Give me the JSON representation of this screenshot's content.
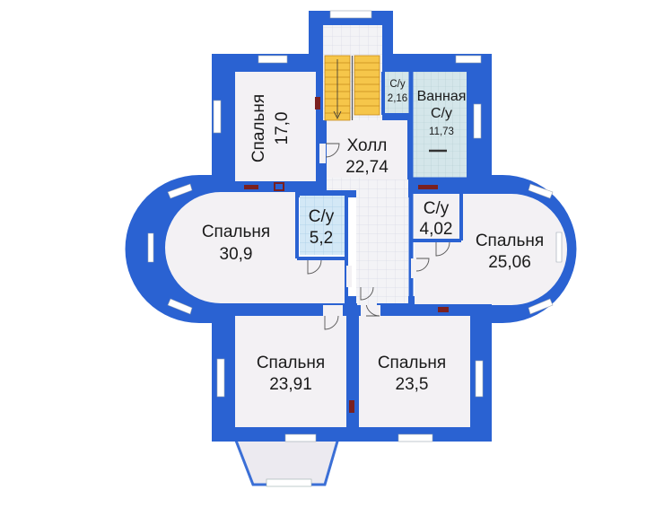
{
  "rooms": {
    "bedroom_nw": {
      "name": "Спальня",
      "area": "17,0"
    },
    "hall": {
      "name": "Холл",
      "area": "22,74"
    },
    "wc_small": {
      "name": "С/у",
      "area": "2,16"
    },
    "bathroom": {
      "name": "Ванная",
      "name2": "С/у",
      "area": "11,73"
    },
    "wc_left": {
      "name": "С/у",
      "area": "5,2"
    },
    "wc_right": {
      "name": "С/у",
      "area": "4,02"
    },
    "bedroom_west": {
      "name": "Спальня",
      "area": "30,9"
    },
    "bedroom_east": {
      "name": "Спальня",
      "area": "25,06"
    },
    "bedroom_sw": {
      "name": "Спальня",
      "area": "23,91"
    },
    "bedroom_se": {
      "name": "Спальня",
      "area": "23,5"
    }
  },
  "colors": {
    "wall": "#2a62d2",
    "room": "#f3f1f4",
    "wet_room": "#d8eaf6",
    "stairs": "#f6c64a",
    "window": "#ffffff",
    "bay": "#eaeaee",
    "radiator": "#7a2020"
  }
}
